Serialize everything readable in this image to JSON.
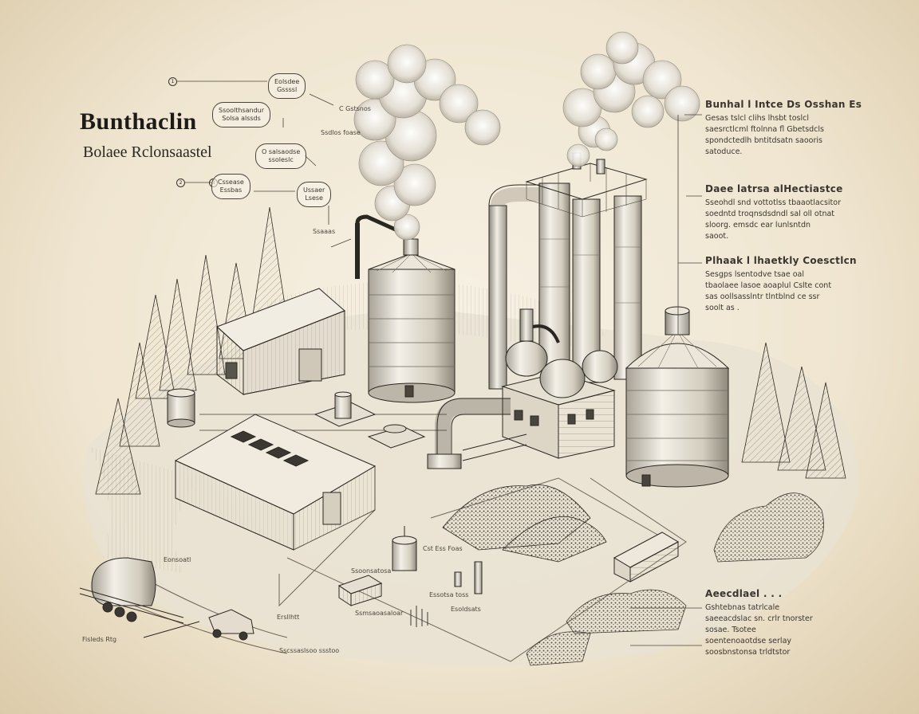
{
  "header": {
    "title": "Bunthaclin",
    "subtitle": "Bolaee Rclonsaastel"
  },
  "callouts": [
    {
      "id": "c1",
      "head": "Bunhal l Intce Ds Osshan Es",
      "body": "Gesas tslcl clihs lhsbt toslcl\nsaesrctlcml ftolnna fl Gbetsdcls\nspondctedlh bntitdsatn saooris\nsatoduce."
    },
    {
      "id": "c2",
      "head": "Daee latrsa alHectiastce",
      "body": "Sseohdl snd vottotlss tbaaotlacsitor\nsoedntd troqnsdsdndl sal oll otnat\nsloorg. emsdc ear lunlsntdn\nsaoot."
    },
    {
      "id": "c3",
      "head": "Plhaak l lhaetkly Coesctlcn",
      "body": "Sesgps lsentodve tsae oal\ntbaolaee lasoe aoaplul Cslte cont\nsas oollsasslntr tlntblnd ce ssr\nsoolt as ."
    },
    {
      "id": "c4",
      "head": "Aeecdlael . . .",
      "body": "Gshtebnas tatrlcale\nsaeeacdslac sn. crlr tnorster\nsosae. Tsotee\nsoentenoaotdse serlay\nsoosbnstonsa trldtstor"
    }
  ],
  "bubbles": [
    {
      "id": "b1",
      "text": "Eolsdee\nGssssl"
    },
    {
      "id": "b2",
      "text": "Ssoolthsandur\nSolsa alssds"
    },
    {
      "id": "b3",
      "text": "O salsaodse\nssoleslc"
    },
    {
      "id": "b4",
      "text": "Cssease\nEssbas"
    },
    {
      "id": "b5",
      "text": "Ussaer\nLsese"
    }
  ],
  "small_labels": [
    {
      "id": "s1",
      "text": "C Gstsnos"
    },
    {
      "id": "s2",
      "text": "Ssdlos foase"
    },
    {
      "id": "s3",
      "text": "Ssaaas"
    },
    {
      "id": "s4",
      "text": "Ssoonsatosa"
    },
    {
      "id": "s5",
      "text": "Fisleds Rtg"
    },
    {
      "id": "s6",
      "text": "Eonsoatl"
    },
    {
      "id": "s7",
      "text": "Ersllhtt"
    },
    {
      "id": "s8",
      "text": "Cst Ess Foas"
    },
    {
      "id": "s9",
      "text": "Ssmsaoasaloar"
    },
    {
      "id": "s10",
      "text": "Essotsa toss"
    },
    {
      "id": "s11",
      "text": "Sscssaslsoo ssstoo"
    },
    {
      "id": "s12",
      "text": "Esoldsats"
    }
  ],
  "markers": [
    "1",
    "2",
    "3"
  ],
  "colors": {
    "paper": "#f3ead8",
    "ink": "#2a2722",
    "wash": "#d8d2c6"
  }
}
